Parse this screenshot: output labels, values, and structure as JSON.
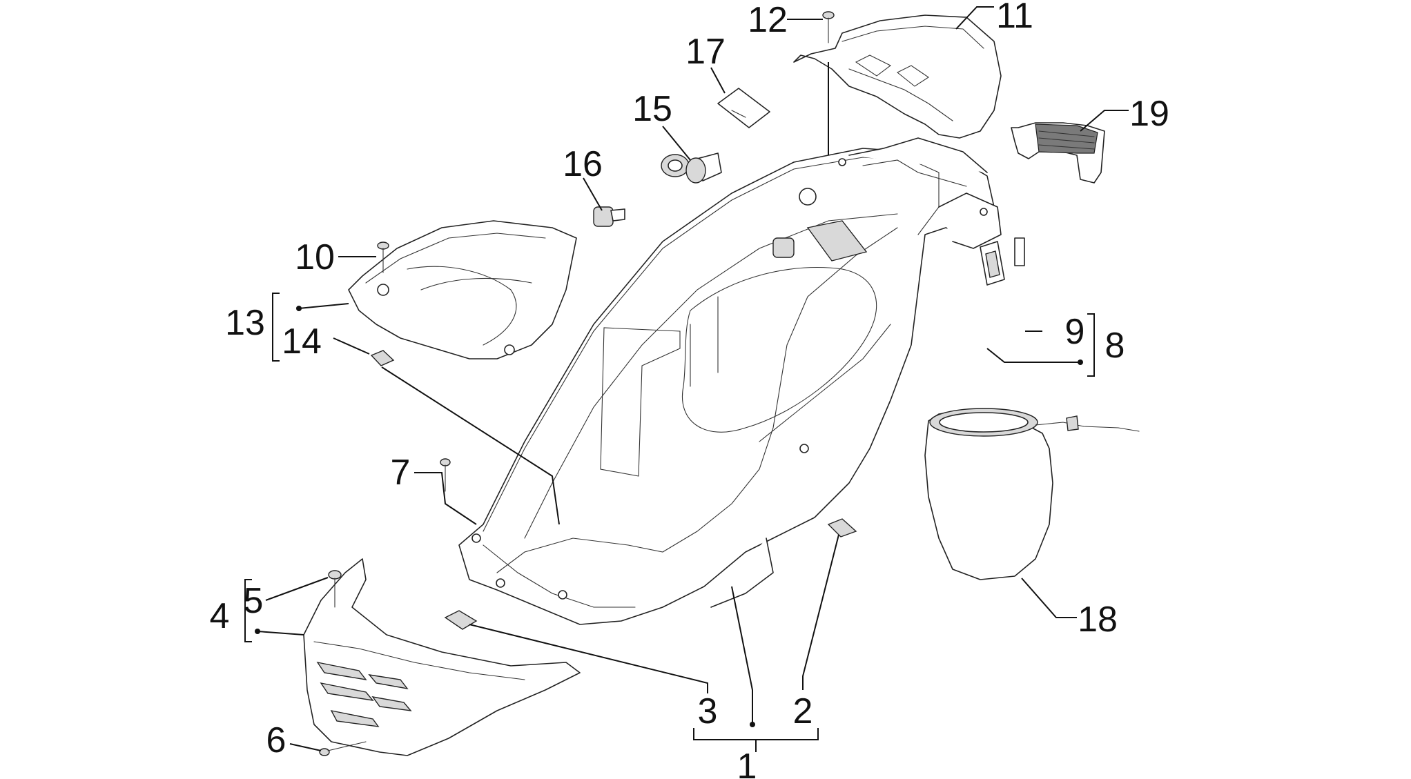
{
  "callouts": [
    {
      "id": "c1",
      "text": "1"
    },
    {
      "id": "c2",
      "text": "2"
    },
    {
      "id": "c3",
      "text": "3"
    },
    {
      "id": "c4",
      "text": "4"
    },
    {
      "id": "c5",
      "text": "5"
    },
    {
      "id": "c6",
      "text": "6"
    },
    {
      "id": "c7",
      "text": "7"
    },
    {
      "id": "c8",
      "text": "8"
    },
    {
      "id": "c9",
      "text": "9"
    },
    {
      "id": "c10",
      "text": "10"
    },
    {
      "id": "c11",
      "text": "11"
    },
    {
      "id": "c12",
      "text": "12"
    },
    {
      "id": "c13",
      "text": "13"
    },
    {
      "id": "c14",
      "text": "14"
    },
    {
      "id": "c15",
      "text": "15"
    },
    {
      "id": "c16",
      "text": "16"
    },
    {
      "id": "c17",
      "text": "17"
    },
    {
      "id": "c18",
      "text": "18"
    },
    {
      "id": "c19",
      "text": "19"
    }
  ],
  "colors": {
    "line": "#222222",
    "background": "#ffffff",
    "label": "#111111"
  }
}
